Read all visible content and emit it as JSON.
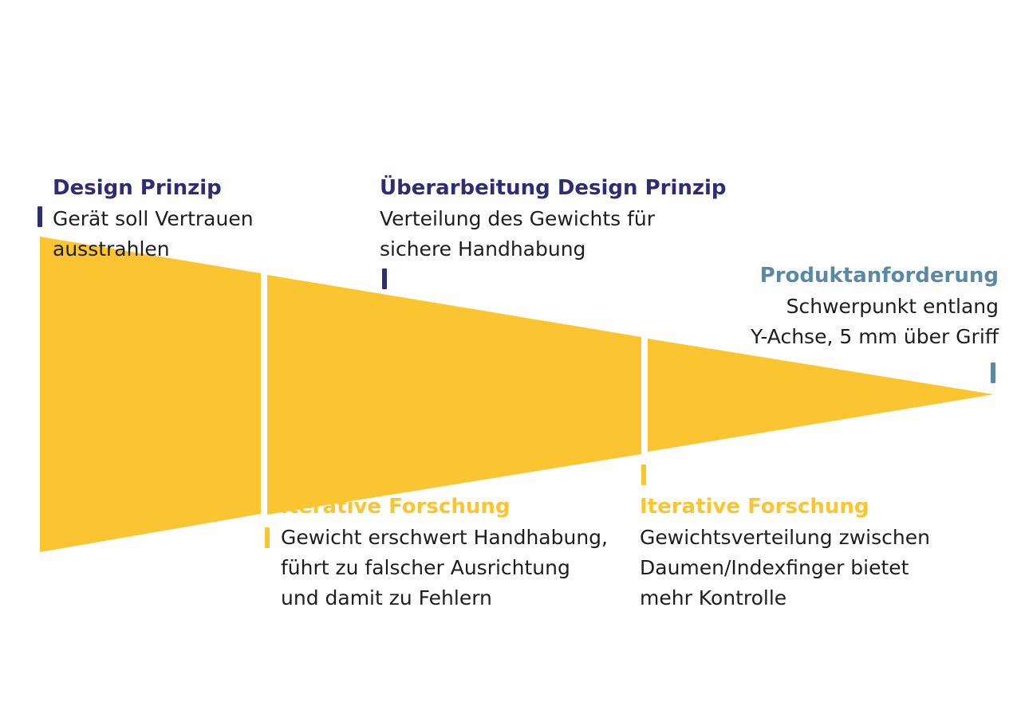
{
  "colors": {
    "funnel": "#fbc531",
    "navy": "#2e2c72",
    "yellow": "#fbc531",
    "teal": "#5a8aa3",
    "text": "#1e1e1e"
  },
  "stages": [
    {
      "title": "Design Prinzip",
      "lines": [
        "Gerät soll Vertrauen",
        "ausstrahlen"
      ]
    },
    {
      "title": "Überarbeitung Design Prinzip",
      "lines": [
        "Verteilung des Gewichts für",
        "sichere Handhabung"
      ]
    },
    {
      "title": "Produktanforderung",
      "lines": [
        "Schwerpunkt entlang",
        "Y-Achse, 5 mm über Griff"
      ]
    },
    {
      "title": "Iterative Forschung",
      "lines": [
        "Gewicht erschwert Handhabung,",
        "führt zu falscher Ausrichtung",
        "und damit zu Fehlern"
      ]
    },
    {
      "title": "Iterative Forschung",
      "lines": [
        "Gewichtsverteilung zwischen",
        "Daumen/Indexfinger bietet",
        "mehr Kontrolle"
      ]
    }
  ]
}
